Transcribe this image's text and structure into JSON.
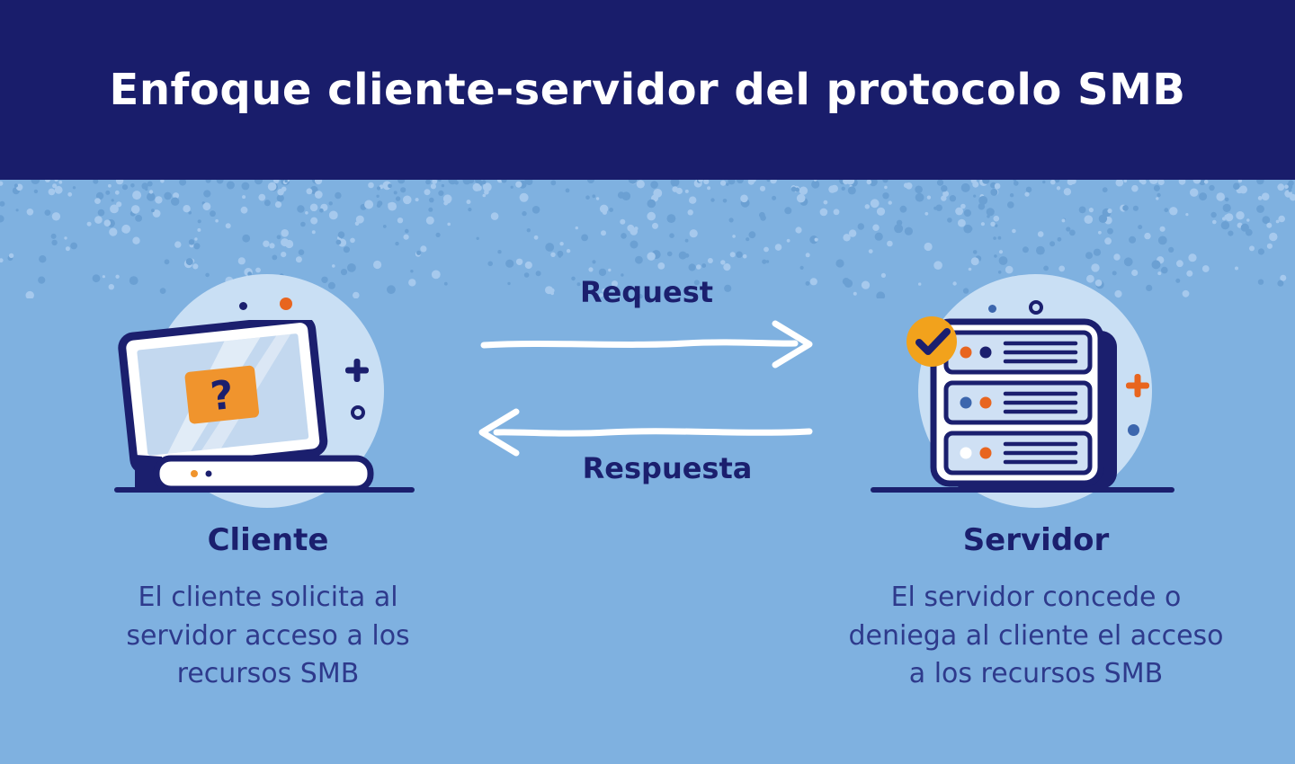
{
  "header": {
    "title": "Enfoque cliente-servidor del protocolo SMB"
  },
  "flow": {
    "request_label": "Request",
    "response_label": "Respuesta"
  },
  "client": {
    "heading": "Cliente",
    "description": "El cliente solicita al servidor acceso a los recursos SMB",
    "screen_glyph": "?"
  },
  "server": {
    "heading": "Servidor",
    "description": "El servidor concede o deniega al cliente el acceso a los recursos SMB"
  },
  "colors": {
    "header_bg": "#191d6b",
    "body_bg": "#7fb1e0",
    "navy": "#1b1f6e",
    "body_text": "#2e3a8c",
    "orange": "#e8651f",
    "amber": "#f2a21c",
    "halo_blue": "#c9dff4",
    "screen_blue": "#c3d8ef",
    "arrow_white": "#ffffff"
  }
}
